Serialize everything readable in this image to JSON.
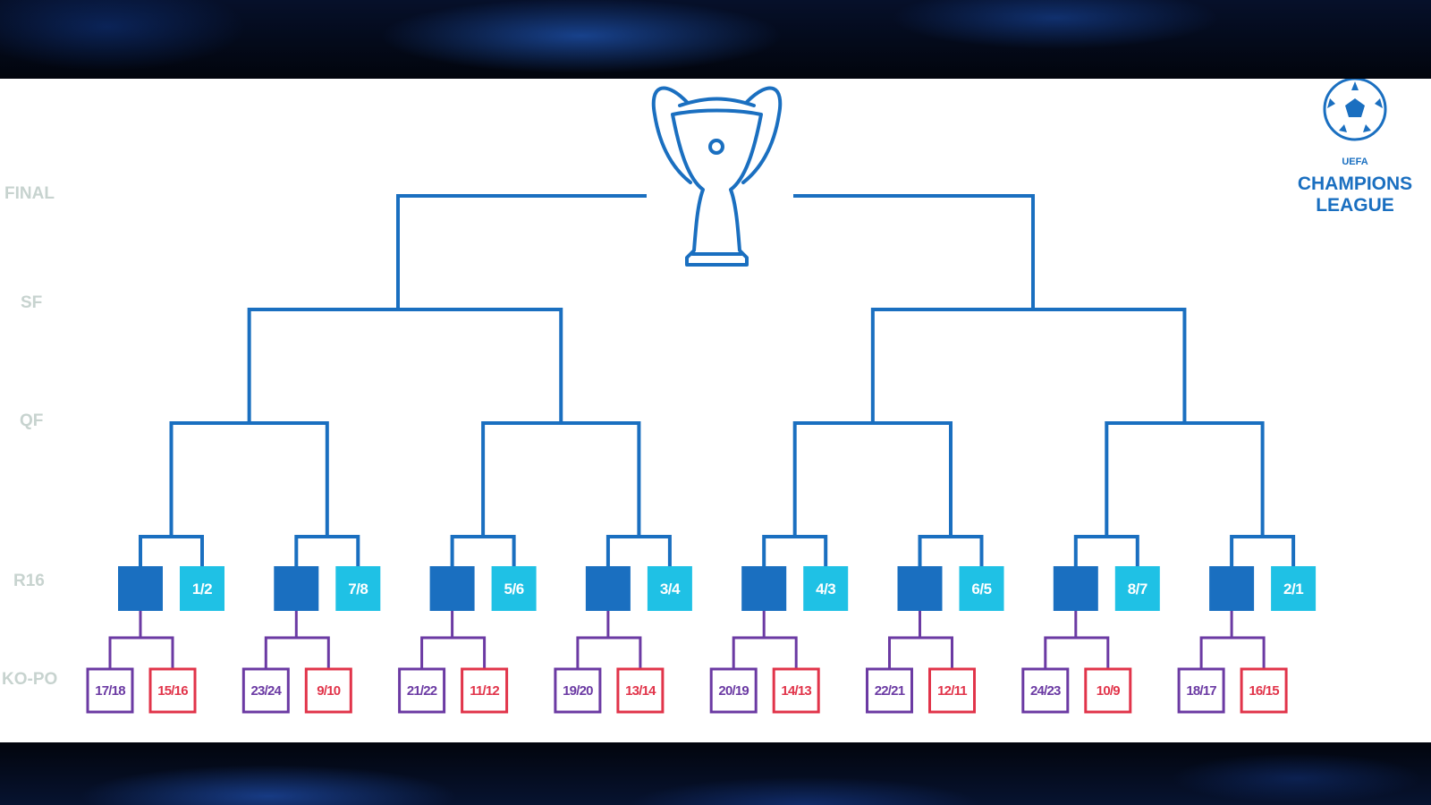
{
  "rounds": {
    "final": "FINAL",
    "sf": "SF",
    "qf": "QF",
    "r16": "R16",
    "kopo": "KO-PO"
  },
  "logo": {
    "uefa": "UEFA",
    "line1": "CHAMPIONS",
    "line2": "LEAGUE"
  },
  "r16_seeds": [
    "1/2",
    "7/8",
    "5/6",
    "3/4",
    "4/3",
    "6/5",
    "8/7",
    "2/1"
  ],
  "ko_po_pairs": [
    [
      "17/18",
      "15/16"
    ],
    [
      "23/24",
      "9/10"
    ],
    [
      "21/22",
      "11/12"
    ],
    [
      "19/20",
      "13/14"
    ],
    [
      "20/19",
      "14/13"
    ],
    [
      "22/21",
      "12/11"
    ],
    [
      "24/23",
      "10/9"
    ],
    [
      "18/17",
      "16/15"
    ]
  ],
  "colors": {
    "bracket_line": "#1a6fc0",
    "r16_slot": "#1a6fc0",
    "seed_box": "#1fc1e5",
    "kopo_purple": "#6b3aa3",
    "kopo_red": "#e1344a",
    "round_label": "#c7d3cf"
  }
}
